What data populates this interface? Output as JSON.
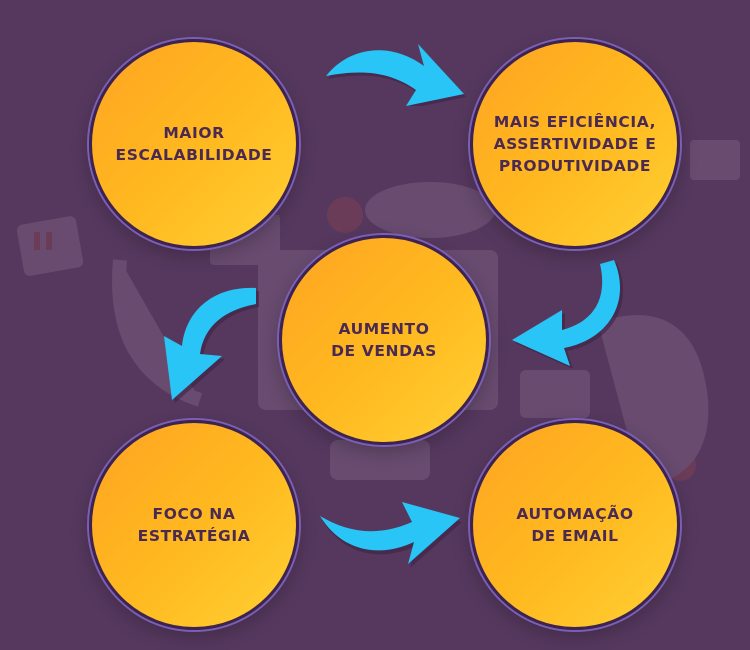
{
  "diagram": {
    "nodes": [
      {
        "id": "maior",
        "label": "MAIOR\nESCALABILIDADE"
      },
      {
        "id": "mais",
        "label": "MAIS EFICIÊNCIA,\nASSERTIVIDADE E\nPRODUTIVIDADE"
      },
      {
        "id": "aumento",
        "label": "AUMENTO\nDE VENDAS"
      },
      {
        "id": "foco",
        "label": "FOCO NA\nESTRATÉGIA"
      },
      {
        "id": "automacao",
        "label": "AUTOMAÇÃO\nDE EMAIL"
      }
    ],
    "edges": [
      {
        "from": "maior",
        "to": "mais"
      },
      {
        "from": "mais",
        "to": "aumento"
      },
      {
        "from": "aumento",
        "to": "foco"
      },
      {
        "from": "foco",
        "to": "automacao"
      }
    ]
  },
  "colors": {
    "background": "#56385e",
    "circle_fill": "#ffb81f",
    "circle_text": "#4b2a52",
    "arrow": "#29c5f6"
  }
}
